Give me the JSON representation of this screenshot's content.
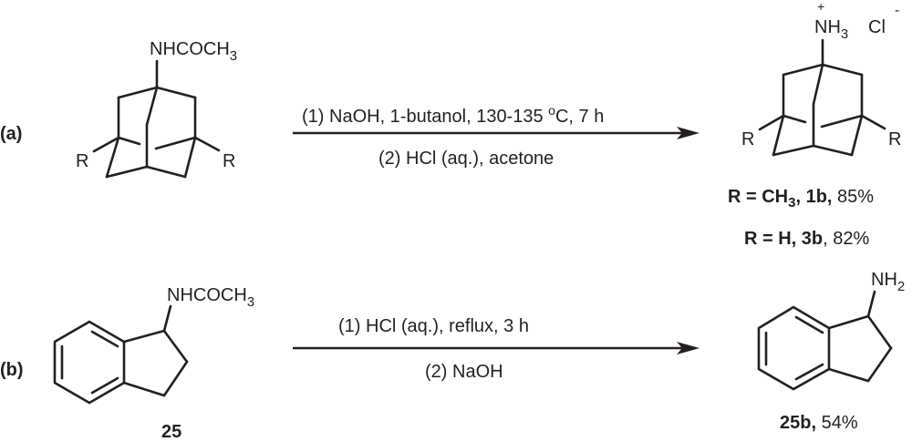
{
  "scheme": {
    "reaction_a": {
      "label": "(a)",
      "reactant": {
        "substituent_top": "NHCOCH",
        "substituent_top_sub": "3",
        "r_left": "R",
        "r_right": "R"
      },
      "conditions_above": "(1) NaOH, 1-butanol, 130-135 ",
      "conditions_degree": "o",
      "conditions_above_tail": "C, 7 h",
      "conditions_below": "(2) HCl (aq.), acetone",
      "product": {
        "amine": "NH",
        "amine_sub": "3",
        "amine_charge": "+",
        "counterion": "Cl",
        "counterion_charge": "-",
        "r_left": "R",
        "r_right": "R"
      },
      "results": [
        {
          "r_def": "R = CH",
          "r_sub": "3",
          "compound": ", 1b,",
          "yield": " 85%"
        },
        {
          "r_def": "R = H, ",
          "r_sub": "",
          "compound": "3b",
          "yield": ", 82%"
        }
      ]
    },
    "reaction_b": {
      "label": "(b)",
      "reactant": {
        "substituent": "NHCOCH",
        "substituent_sub": "3",
        "compound_id": "25"
      },
      "conditions_above": "(1) HCl (aq.), reflux, 3 h",
      "conditions_below": "(2) NaOH",
      "product": {
        "substituent": "NH",
        "substituent_sub": "2",
        "compound_id": "25b,",
        "yield": " 54%"
      }
    }
  }
}
